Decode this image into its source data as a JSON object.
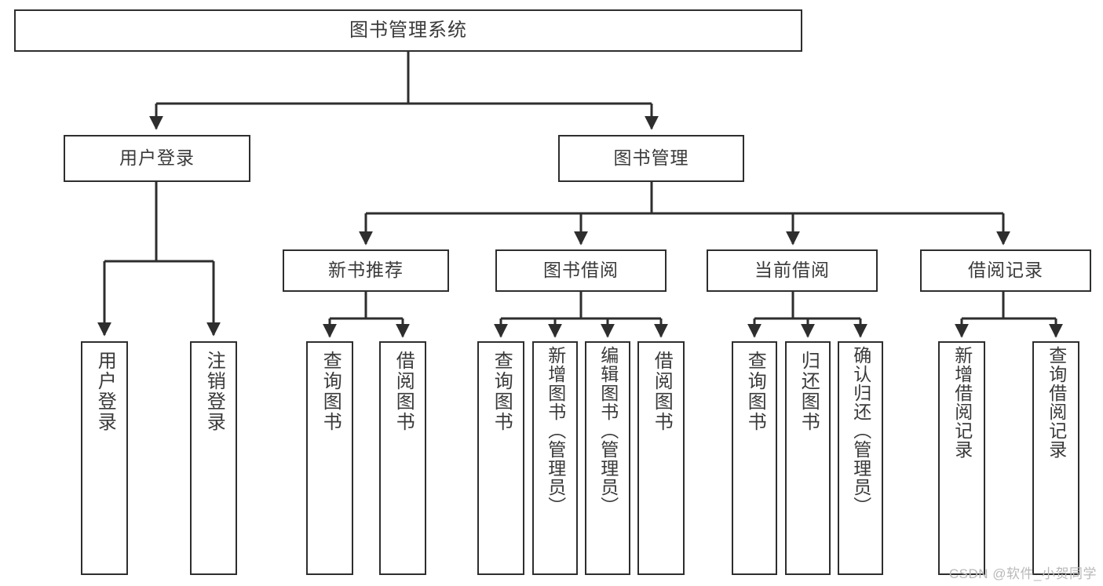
{
  "diagram": {
    "title": "图书管理系统",
    "type": "tree",
    "watermark": "CSDN @软件_小贺同学",
    "colors": {
      "background": "#ffffff",
      "border": "#2e2e2e",
      "text": "#3a3a3a",
      "connector": "#2e2e2e",
      "watermark": "#b9b9b9"
    },
    "nodes": {
      "root": {
        "label": "图书管理系统"
      },
      "level1": [
        {
          "id": "user-login",
          "label": "用户登录"
        },
        {
          "id": "book-manage",
          "label": "图书管理"
        }
      ],
      "level2": [
        {
          "id": "new-book-recommend",
          "label": "新书推荐"
        },
        {
          "id": "book-borrow",
          "label": "图书借阅"
        },
        {
          "id": "current-borrow",
          "label": "当前借阅"
        },
        {
          "id": "borrow-record",
          "label": "借阅记录"
        }
      ],
      "leaves": {
        "user-login": [
          {
            "id": "leaf-user-login",
            "label": "用户登录"
          },
          {
            "id": "leaf-logout-login",
            "label": "注销登录"
          }
        ],
        "new-book-recommend": [
          {
            "id": "leaf-query-book-1",
            "label": "查询图书"
          },
          {
            "id": "leaf-borrow-book-1",
            "label": "借阅图书"
          }
        ],
        "book-borrow": [
          {
            "id": "leaf-query-book-2",
            "label": "查询图书"
          },
          {
            "id": "leaf-add-book",
            "label": "新增图书（管理员）"
          },
          {
            "id": "leaf-edit-book",
            "label": "编辑图书（管理员）"
          },
          {
            "id": "leaf-borrow-book-2",
            "label": "借阅图书"
          }
        ],
        "current-borrow": [
          {
            "id": "leaf-query-book-3",
            "label": "查询图书"
          },
          {
            "id": "leaf-return-book",
            "label": "归还图书"
          },
          {
            "id": "leaf-confirm-return",
            "label": "确认归还（管理员）"
          }
        ],
        "borrow-record": [
          {
            "id": "leaf-add-record",
            "label": "新增借阅记录"
          },
          {
            "id": "leaf-query-record",
            "label": "查询借阅记录"
          }
        ]
      }
    }
  }
}
